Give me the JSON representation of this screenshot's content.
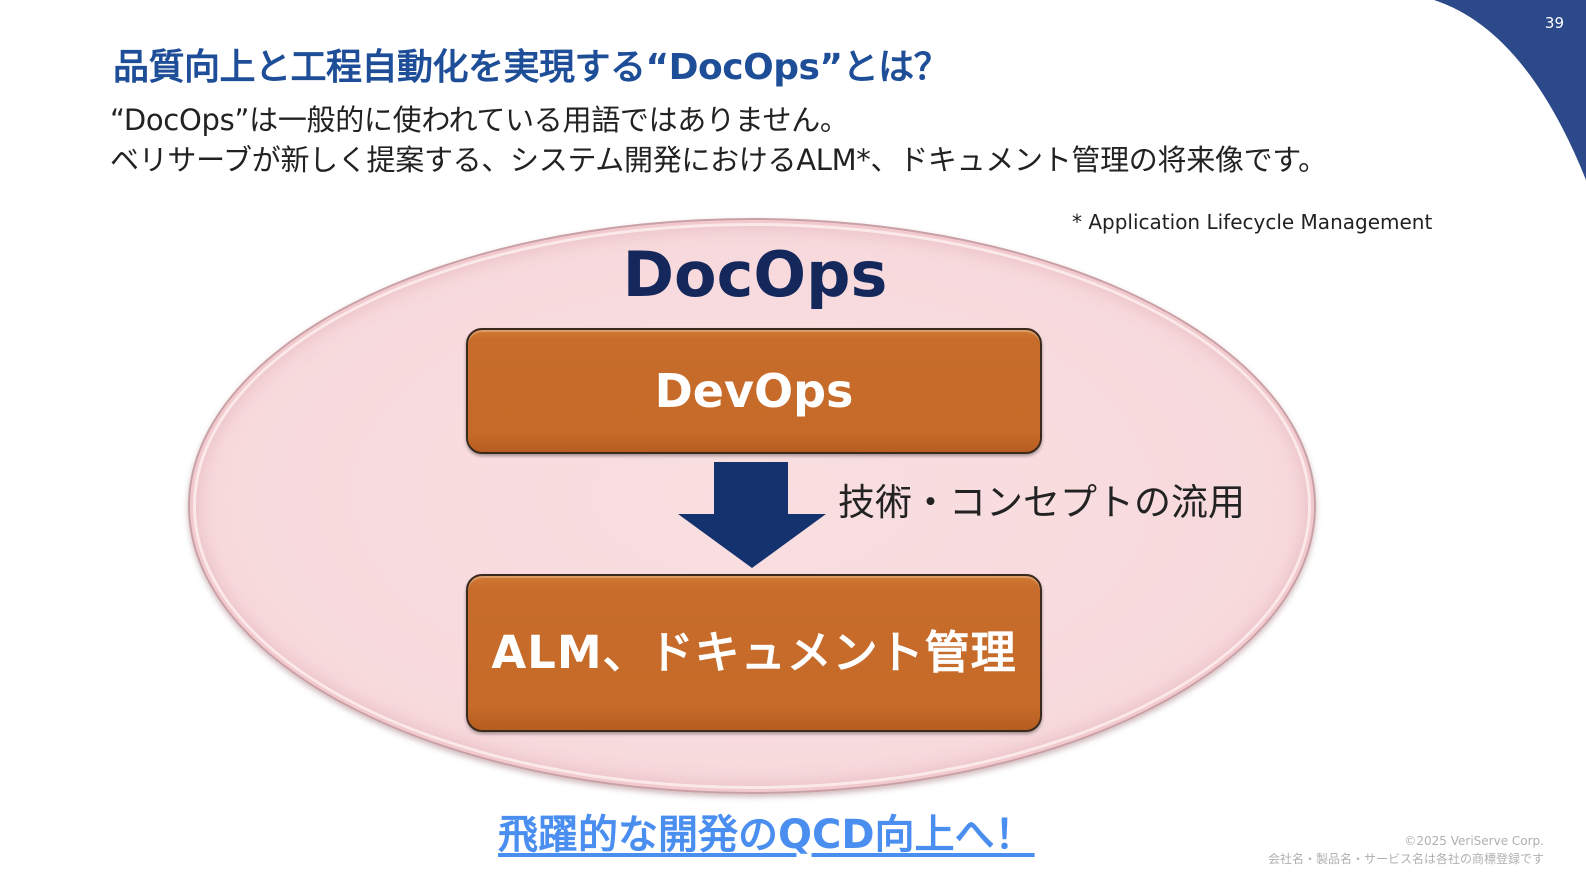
{
  "slide": {
    "page_number": "39",
    "title": "品質向上と工程自動化を実現する“DocOps”とは？",
    "intro_line1": "“DocOps”は一般的に使われている用語ではありません。",
    "intro_line2": "ベリサーブが新しく提案する、システム開発におけるALM*、ドキュメント管理の将来像です。",
    "footnote": "* Application Lifecycle Management",
    "accent_color": "#2c4a8a"
  },
  "diagram": {
    "outer_label": "DocOps",
    "top_box": "DevOps",
    "arrow_label": "技術・コンセプトの流用",
    "bottom_box": "ALM、ドキュメント管理",
    "box_color": "#c76c2a",
    "arrow_color": "#14336e",
    "ellipse_color": "#f7d9dc"
  },
  "cta": {
    "text": "飛躍的な開発のQCD向上へ！"
  },
  "footer": {
    "copyright": "©2025 VeriServe Corp.",
    "trademark": "会社名・製品名・サービス名は各社の商標登録です"
  }
}
